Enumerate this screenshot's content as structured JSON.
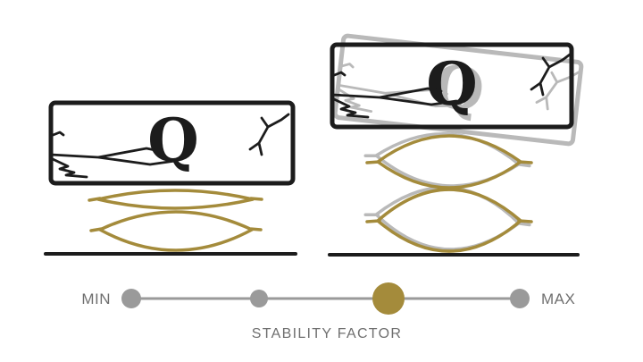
{
  "diagram": {
    "left_panel": {
      "letter": "Q",
      "state_hint": "box level on two flattened springs"
    },
    "right_panel": {
      "letter": "Q",
      "ghost_letter": "Q",
      "state_hint": "box tilting with gray ghost wobble outlines"
    },
    "slider": {
      "min_label": "MIN",
      "max_label": "MAX",
      "title": "STABILITY FACTOR",
      "total_stops": 4,
      "selected_stop": 3
    },
    "colors": {
      "accent_gold": "#A48B3B",
      "ink": "#1C1C1C",
      "ghost_gray": "#B9B9B9",
      "slider_gray": "#9A9A9A",
      "label_gray": "#6F6F6F"
    }
  }
}
